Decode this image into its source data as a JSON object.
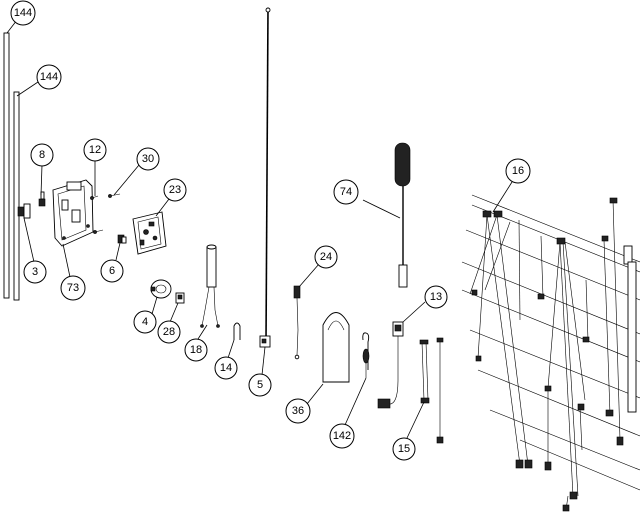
{
  "diagram": {
    "callouts": [
      {
        "id": "c144a",
        "label": "144"
      },
      {
        "id": "c144b",
        "label": "144"
      },
      {
        "id": "c8",
        "label": "8"
      },
      {
        "id": "c3",
        "label": "3"
      },
      {
        "id": "c73",
        "label": "73"
      },
      {
        "id": "c12",
        "label": "12"
      },
      {
        "id": "c30",
        "label": "30"
      },
      {
        "id": "c6",
        "label": "6"
      },
      {
        "id": "c23",
        "label": "23"
      },
      {
        "id": "c4",
        "label": "4"
      },
      {
        "id": "c28",
        "label": "28"
      },
      {
        "id": "c18",
        "label": "18"
      },
      {
        "id": "c14",
        "label": "14"
      },
      {
        "id": "c5",
        "label": "5"
      },
      {
        "id": "c24",
        "label": "24"
      },
      {
        "id": "c74",
        "label": "74"
      },
      {
        "id": "c36",
        "label": "36"
      },
      {
        "id": "c142",
        "label": "142"
      },
      {
        "id": "c13",
        "label": "13"
      },
      {
        "id": "c15",
        "label": "15"
      },
      {
        "id": "c16",
        "label": "16"
      }
    ]
  }
}
